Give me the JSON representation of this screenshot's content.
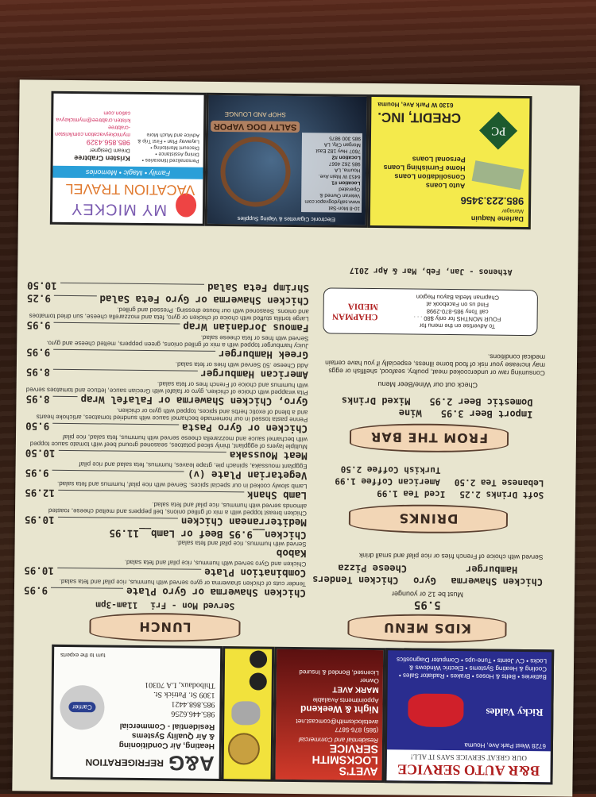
{
  "ads_top": {
    "auto": {
      "title": "B&R AUTO SERVICE",
      "tagline": "OUR GREAT SERVICE SAYS IT ALL!",
      "address": "6728 West Park Ave, Houma",
      "owner": "Ricky Valdes",
      "services": "Batteries • Belts & Hoses • Brakes • Radiator Sales • Cooling & Heating Systems • Electric Windows & Locks • CV Joints • Tune-ups • Computer Diagnostics"
    },
    "locksmith": {
      "title": "AVET'S LOCKSMITH SERVICE",
      "sub": "Residential and Commercial",
      "phone": "(985) 876-5877",
      "email": "avetslocksmith@comcast.net",
      "hours": "Night & Weekend",
      "appt": "Appointments Available",
      "owner": "MARK AVET",
      "owner_role": "Owner",
      "licensed": "Licensed, Bonded & Insured"
    },
    "refrigeration": {
      "logo": "A&G",
      "title": "REFRIGERATION",
      "line1": "Heating, Air Conditioning",
      "line2": "& Air Quality Systems",
      "line3": "Residential - Commercial",
      "phone1": "985.446.6256",
      "phone2": "985.868.4421",
      "address1": "1309 St. Patrick St.",
      "address2": "Thibodaux, LA 70301",
      "badge": "Carrier",
      "tagline": "turn to the experts"
    }
  },
  "lunch": {
    "title": "LUNCH",
    "served": "Served Mon - Fri",
    "hours": "11am-3pm",
    "items": [
      {
        "name": "Chicken Shawerma or Gyro Plate",
        "price": "9.95",
        "desc": "Tender cuts of chicken shawerma or gyro served with hummus, rice pilaf and feta salad."
      },
      {
        "name": "Combination Plate",
        "price": "10.95",
        "desc": "Chicken and Gyro served with hummus, rice pilaf and feta salad."
      },
      {
        "name": "Kabob",
        "price": "",
        "desc": "Served with hummus, rice pilaf and feta salad.",
        "variants": "Chicken__9.95   Beef or Lamb__11.95"
      },
      {
        "name": "Mediterranean Chicken",
        "price": "10.95",
        "desc": "Chicken breast topped with a mix of grilled onions, bell peppers and melted cheese, roasted almonds served with hummus, rice pilaf and feta salad."
      },
      {
        "name": "Lamb Shank",
        "price": "12.95",
        "desc": "Lamb slowly cooked in our special spices. Served with rice pilaf, hummus and feta salad."
      },
      {
        "name": "Vegetarian Plate (v)",
        "price": "9.95",
        "desc": "Eggplant moussaka, spinach pie, grape leaves, hummus, feta salad and rice pilaf"
      },
      {
        "name": "Meat Moussaka",
        "price": "10.50",
        "desc": "Multiple layers of eggplant, thinly sliced potatoes, seasoned ground beef with tomato sauce topped with bechamel sauce and mozzarella cheese served with hummus, feta salad, rice pilaf"
      },
      {
        "name": "Chicken or Gyro Pasta",
        "price": "9.50",
        "desc": "Penne pasta tossed in our homemade bechamel sauce with sundried tomatoes, artichoke hearts and a blend of exotic herbs and spices, topped with gyro or chicken."
      },
      {
        "name": "Gyro, Chicken Shawerma or Falafel Wrap",
        "price": "8.95",
        "desc": "Pita wrapped with choice of chicken, gyro or falafel with Grecian sauce, lettuce and tomatoes served with hummus and choice of French fries or feta salad."
      },
      {
        "name": "American Hamburger",
        "price": "8.95",
        "desc": "Add Cheese .50     Served with fries or feta salad."
      },
      {
        "name": "Greek Hamburger",
        "price": "9.95",
        "desc": "Juicy hamburger topped with a mix of grilled onions, green peppers, melted cheese and gyro.  Served with fries or feta cheese salad."
      },
      {
        "name": "Famous Jordanian Wrap",
        "price": "9.95",
        "desc": "Large tortilla stuffed with choice of chicken or gyro, feta and mozzarella cheese, sun dried tomatoes and onions. Seasoned with our house dressing. Pressed and grilled."
      },
      {
        "name": "Chicken Shawerma or Gyro Feta Salad",
        "price": "9.25",
        "desc": ""
      },
      {
        "name": "Shrimp Feta Salad",
        "price": "10.50",
        "desc": ""
      }
    ]
  },
  "kids": {
    "title": "KIDS MENU",
    "price": "5.95",
    "note": "Must be 12 or younger",
    "items": [
      "Chicken Shawerma",
      "Gyro",
      "Chicken Tenders",
      "Hamburger",
      "Cheese Pizza"
    ],
    "served": "Served with choice of French fries or rice pilaf and small drink"
  },
  "drinks": {
    "title": "DRINKS",
    "items": [
      {
        "name": "Soft Drinks",
        "price": "2.25"
      },
      {
        "name": "Iced Tea",
        "price": "1.99"
      },
      {
        "name": "Lebanese Tea",
        "price": "2.50"
      },
      {
        "name": "American Coffee",
        "price": "1.99"
      },
      {
        "name": "Turkish Coffee",
        "price": "2.50"
      }
    ]
  },
  "bar": {
    "title": "FROM THE BAR",
    "items": [
      {
        "name": "Import Beer",
        "price": "3.95"
      },
      {
        "name": "Wine",
        "price": ""
      },
      {
        "name": "Domestic Beer",
        "price": "2.95"
      },
      {
        "name": "Mixed Drinks",
        "price": ""
      }
    ],
    "note": "Check out our Wine/Beer Menu"
  },
  "warning": "Consuming raw or undercooked meat, poultry, seafood, shellfish or eggs may increase your risk of food borne illness, especially if you have certain medical conditions.",
  "chapman": {
    "logo": "CHAPMAN MEDIA",
    "l1": "To Advertise on the menu for",
    "l2": "FOUR MONTHS for only $80 . . .",
    "l3": "call Tony 985-870-2998",
    "l4": "Find us on Facebook at",
    "l5": "Chapman Media Bayou Region"
  },
  "edition": "Athenos - Jan, Feb, Mar & Apr 2017",
  "ads_bottom": {
    "credit": {
      "title": "CREDIT, INC.",
      "logo": "PC",
      "address": "6130 W Park Ave, Houma",
      "loans": [
        "Personal Loans",
        "Home Furnishing Loans",
        "Consolidation Loans",
        "Auto Loans"
      ],
      "phone": "985.223.3456",
      "manager": "Darlene Naquin",
      "role": "Manager"
    },
    "vapor": {
      "title": "SALTY DOG VAPOR",
      "sub": "SHOP AND LOUNGE",
      "tagline": "Electronic Cigarettes & Vaping Supplies",
      "hours": "10-8 Mon-Sat",
      "web": "www.saltydogvapor.com",
      "owned": "Veteran Owned & Operated",
      "loc1": "Location #1",
      "loc1_addr": "6453 W Main Ave. Houma, LA",
      "loc1_phone": "985 262 4667",
      "loc2": "Location #2",
      "loc2_addr": "7607 Hwy 182 East Morgan City, LA",
      "loc2_phone": "985 300 9875"
    },
    "travel": {
      "title1": "MY MICKEY",
      "title2": "VACATION TRAVEL",
      "tagline": "Family • Magic • Memories",
      "name": "Kristen Crabtree",
      "role": "Dream Designer",
      "phone": "985.856.4329",
      "web": "mymickeyvacation.com/kristen-crabtree",
      "email": "kristen.crabtree@mymickeyvacation.com",
      "services": "Personalized Itineraries • Dining Assistance • Discount Monitoring • Layaway Plan • First Trip & Advice and Much More"
    }
  },
  "colors": {
    "paper": "#e8e5cf",
    "banner": "#f2d6b6",
    "auto_blue": "#2a2d8f",
    "credit_yellow": "#f4ea4c",
    "locksmith_red": "#b0302a",
    "travel_blue": "#2a9fd8"
  }
}
